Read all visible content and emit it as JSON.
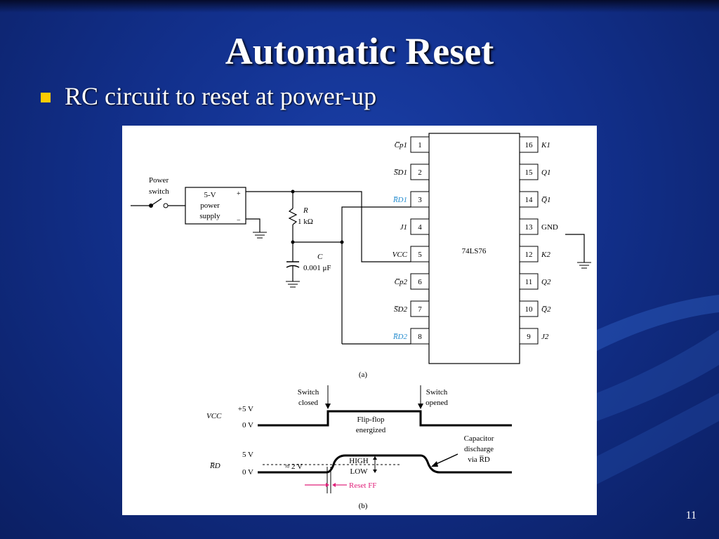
{
  "slide": {
    "title": "Automatic Reset",
    "bullet": "RC circuit to reset at power-up",
    "page_number": "11"
  },
  "colors": {
    "bullet": "#ffcc00",
    "highlight": "#2a8fd0",
    "reset": "#e0207a"
  },
  "diagram": {
    "power_switch_line1": "Power",
    "power_switch_line2": "switch",
    "supply_line1": "5-V",
    "supply_line2": "power",
    "supply_line3": "supply",
    "plus": "+",
    "minus": "−",
    "r_name": "R",
    "r_value": "1 kΩ",
    "c_name": "C",
    "c_value": "0.001 μF",
    "chip": "74LS76",
    "left_pins": [
      {
        "num": "1",
        "label": "C̅p1"
      },
      {
        "num": "2",
        "label": "S̅D1"
      },
      {
        "num": "3",
        "label": "R̅D1"
      },
      {
        "num": "4",
        "label": "J1"
      },
      {
        "num": "5",
        "label": "VCC"
      },
      {
        "num": "6",
        "label": "C̅p2"
      },
      {
        "num": "7",
        "label": "S̅D2"
      },
      {
        "num": "8",
        "label": "R̅D2"
      }
    ],
    "right_pins": [
      {
        "num": "16",
        "label": "K1"
      },
      {
        "num": "15",
        "label": "Q1"
      },
      {
        "num": "14",
        "label": "Q̅1"
      },
      {
        "num": "13",
        "label": "GND"
      },
      {
        "num": "12",
        "label": "K2"
      },
      {
        "num": "11",
        "label": "Q2"
      },
      {
        "num": "10",
        "label": "Q̅2"
      },
      {
        "num": "9",
        "label": "J2"
      }
    ],
    "caption_a": "(a)",
    "caption_b": "(b)",
    "switch_closed_1": "Switch",
    "switch_closed_2": "closed",
    "switch_opened_1": "Switch",
    "switch_opened_2": "opened",
    "vcc_label": "VCC",
    "vcc_high": "+5 V",
    "vcc_low": "0 V",
    "ff_1": "Flip-flop",
    "ff_2": "energized",
    "rd_label": "R̅D",
    "rd_high": "5 V",
    "rd_low": "0 V",
    "threshold": "≈ 2 V",
    "high": "HIGH",
    "low": "LOW",
    "reset_ff": "Reset FF",
    "cap_1": "Capacitor",
    "cap_2": "discharge",
    "cap_3": "via R̅D"
  }
}
